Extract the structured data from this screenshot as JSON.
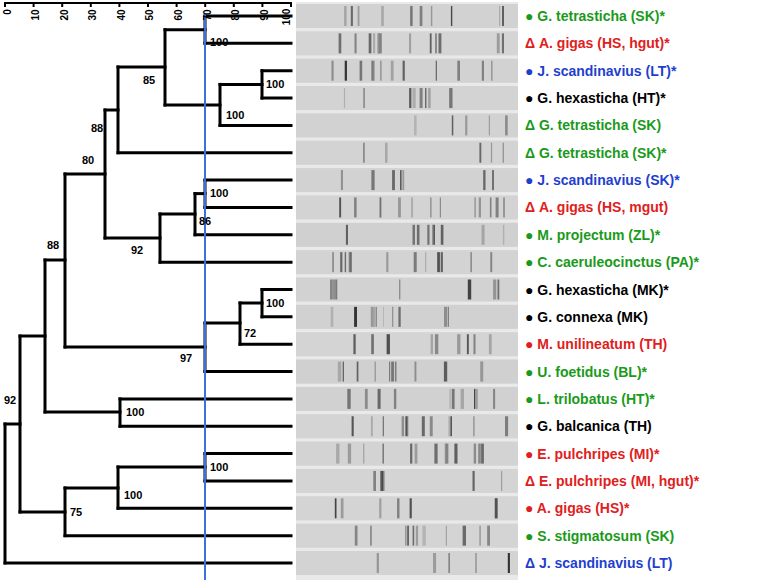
{
  "diagram": {
    "labels": [
      "0",
      "10",
      "20",
      "30",
      "40",
      "50",
      "60",
      "70",
      "80",
      "90",
      "100",
      "100",
      "85",
      "100",
      "100",
      "88",
      "80",
      "100",
      "86",
      "92",
      "88",
      "100",
      "72",
      "97",
      "100",
      "100",
      "100",
      "75",
      "92",
      "● G. tetrasticha (SK)*",
      "Δ A. gigas (HS, hgut)*",
      "● J. scandinavius (LT)*",
      "● G. hexasticha (HT)*",
      "Δ G. tetrasticha (SK)",
      "Δ G. tetrasticha (SK)*",
      "● J. scandinavius (SK)*",
      "Δ A. gigas (HS, mgut)",
      "● M. projectum (ZL)*",
      "● C. caeruleocinctus (PA)*",
      "● G. hexasticha (MK)*",
      "● G. connexa (MK)",
      "● M. unilineatum (TH)",
      "● U. foetidus (BL)*",
      "● L. trilobatus (HT)*",
      "● G. balcanica (TH)",
      "● E. pulchripes (MI)*",
      "Δ E. pulchripes (MI, hgut)*",
      "● A. gigas (HS)*",
      "● S. stigmatosum (SK)",
      "Δ J. scandinavius (LT)"
    ]
  }
}
